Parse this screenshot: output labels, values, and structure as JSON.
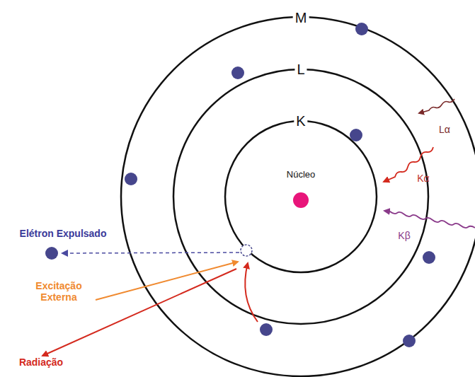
{
  "diagram": {
    "labels": [
      "M",
      "L",
      "K",
      "Núcleo",
      "Lα",
      "Kα",
      "Kβ",
      "Elétron Expulsado",
      "Excitação Externa",
      "Radiação"
    ]
  }
}
